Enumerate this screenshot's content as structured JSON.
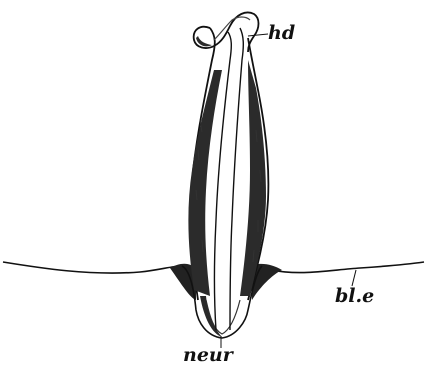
{
  "labels": {
    "hd": "hd",
    "ble": "bl.e",
    "neur": "neur"
  },
  "colors": {
    "ink": "#111111",
    "shade": "#2a2a2a",
    "paper": "#ffffff"
  }
}
